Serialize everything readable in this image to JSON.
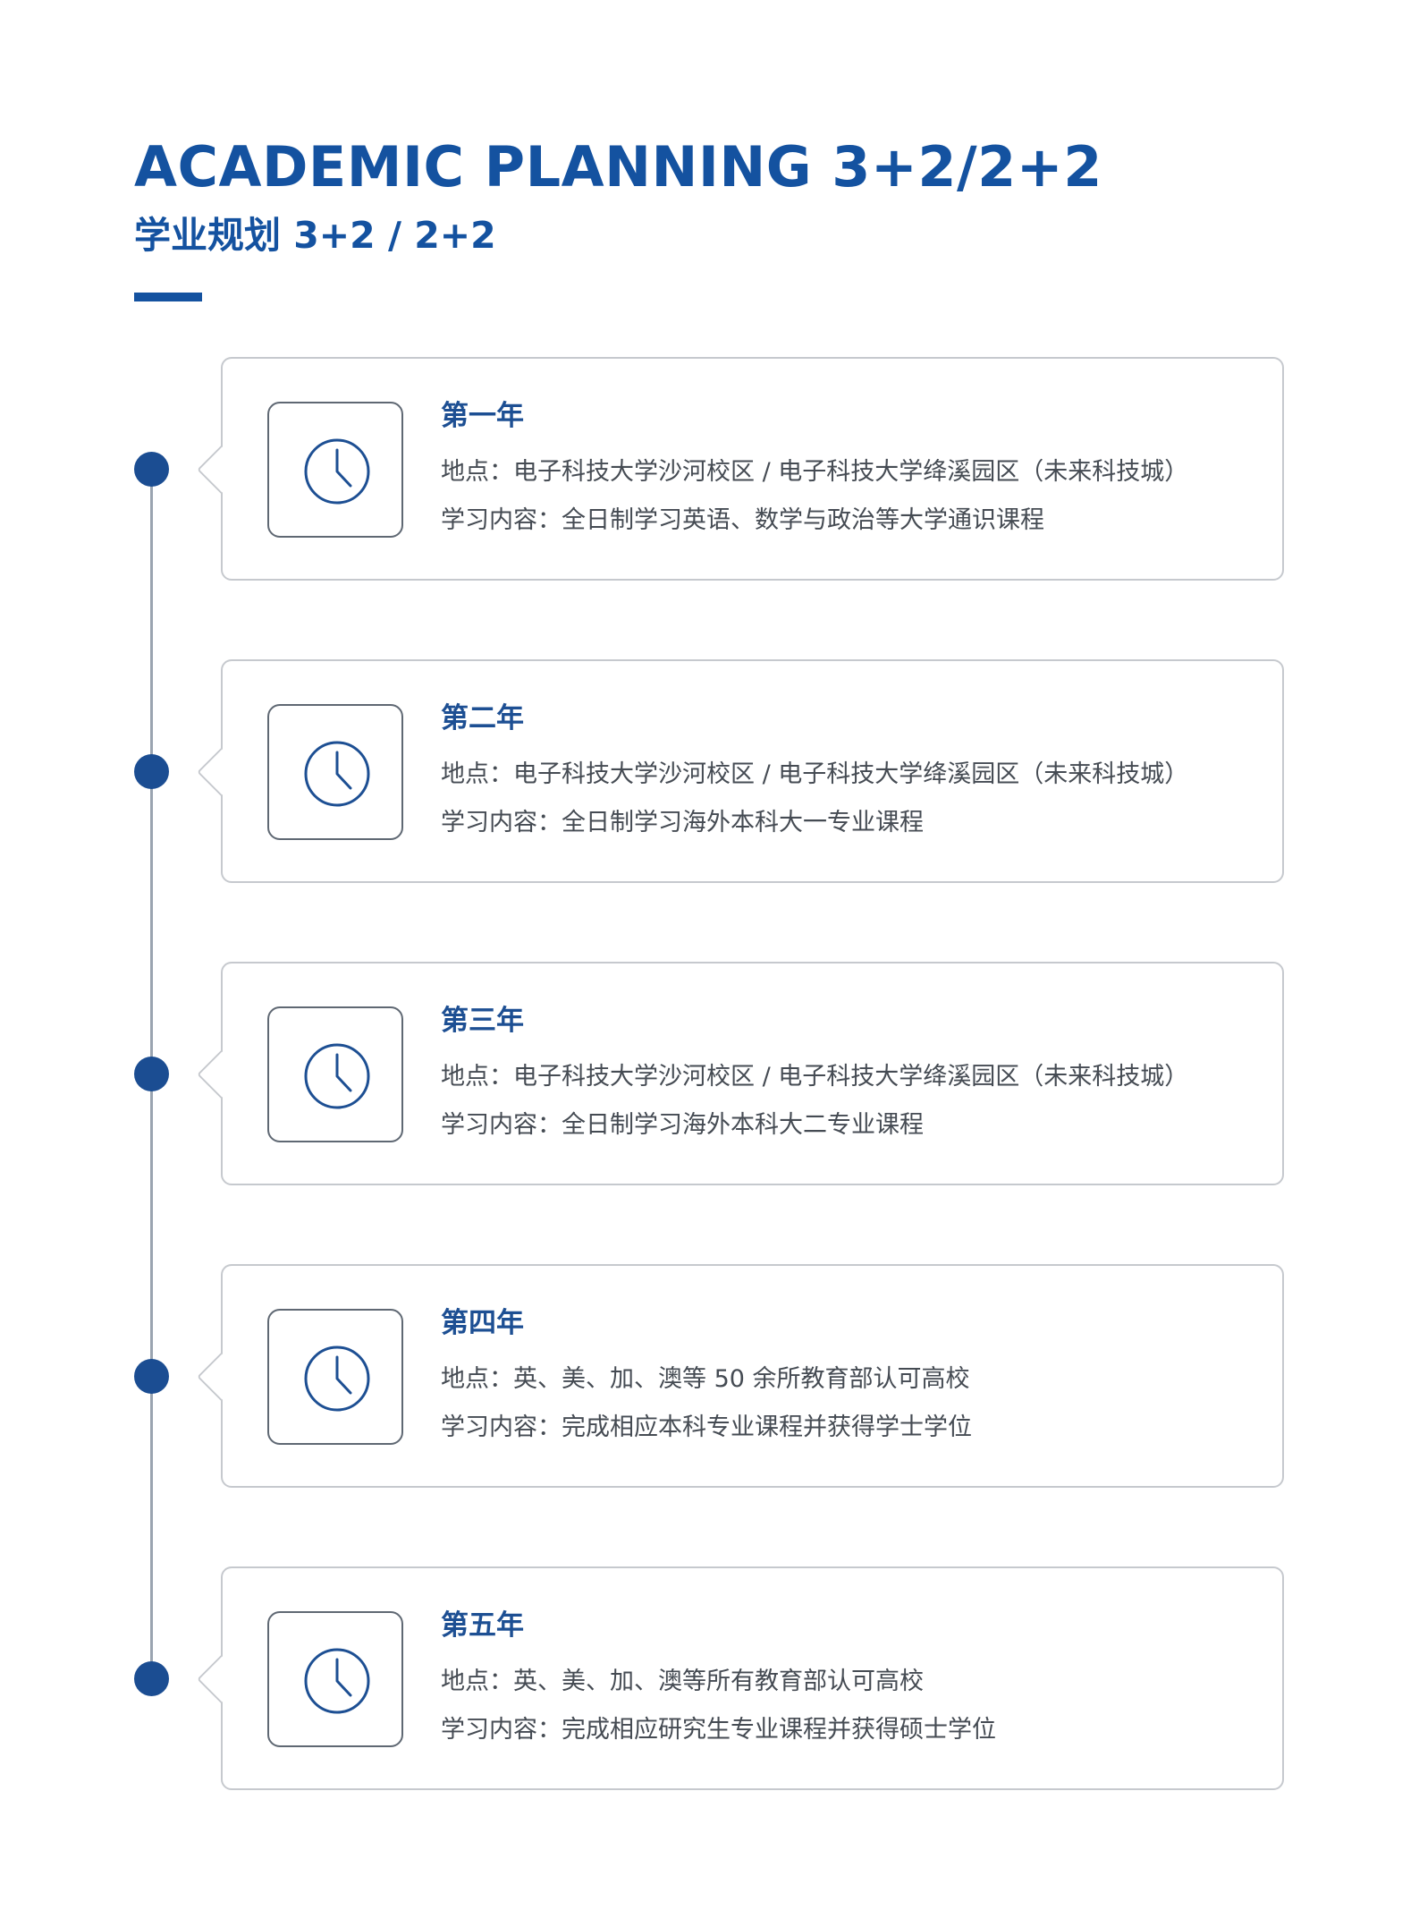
{
  "header": {
    "title_en": "ACADEMIC PLANNING 3+2/2+2",
    "title_cn": "学业规划 3+2 / 2+2"
  },
  "timeline": [
    {
      "year": "第一年",
      "location": "地点：电子科技大学沙河校区 / 电子科技大学绛溪园区（未来科技城）",
      "content": "学习内容：全日制学习英语、数学与政治等大学通识课程",
      "icon": "clock-icon"
    },
    {
      "year": "第二年",
      "location": "地点：电子科技大学沙河校区 / 电子科技大学绛溪园区（未来科技城）",
      "content": "学习内容：全日制学习海外本科大一专业课程",
      "icon": "clock-icon"
    },
    {
      "year": "第三年",
      "location": "地点：电子科技大学沙河校区 / 电子科技大学绛溪园区（未来科技城）",
      "content": "学习内容：全日制学习海外本科大二专业课程",
      "icon": "clock-icon"
    },
    {
      "year": "第四年",
      "location": "地点：英、美、加、澳等 50 余所教育部认可高校",
      "content": "学习内容：完成相应本科专业课程并获得学士学位",
      "icon": "clock-icon"
    },
    {
      "year": "第五年",
      "location": "地点：英、美、加、澳等所有教育部认可高校",
      "content": "学习内容：完成相应研究生专业课程并获得硕士学位",
      "icon": "clock-icon"
    }
  ],
  "colors": {
    "brand_blue": "#1452a0",
    "dot_blue": "#1b4d92",
    "card_border": "#c6c9ce",
    "body_text": "#454b53"
  }
}
